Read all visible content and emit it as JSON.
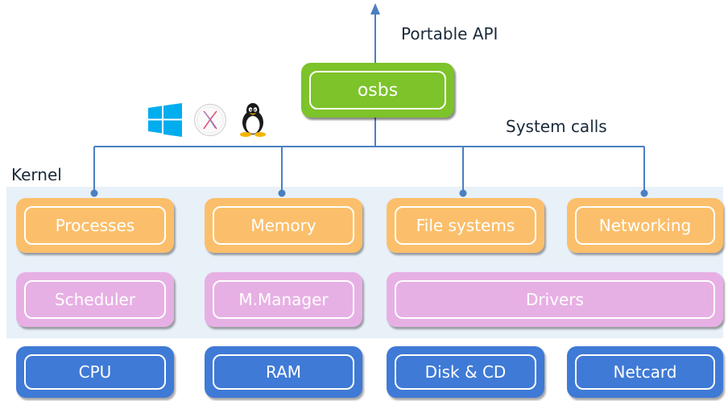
{
  "labels": {
    "portable_api": "Portable API",
    "system_calls": "System calls",
    "kernel": "Kernel"
  },
  "core": {
    "label": "osbs"
  },
  "subsystems": [
    "Processes",
    "Memory",
    "File systems",
    "Networking"
  ],
  "components": [
    "Scheduler",
    "M.Manager",
    "Drivers"
  ],
  "hardware": [
    "CPU",
    "RAM",
    "Disk & CD",
    "Netcard"
  ],
  "os_icons": [
    "windows-icon",
    "macos-x-icon",
    "linux-penguin-icon"
  ],
  "colors": {
    "core": "#7dc32a",
    "subsystem": "#fbbf6b",
    "component": "#e7b0e4",
    "hardware": "#3f7ad6",
    "connector": "#4a7fc1",
    "kernel_bg": "#e8f0f8"
  }
}
